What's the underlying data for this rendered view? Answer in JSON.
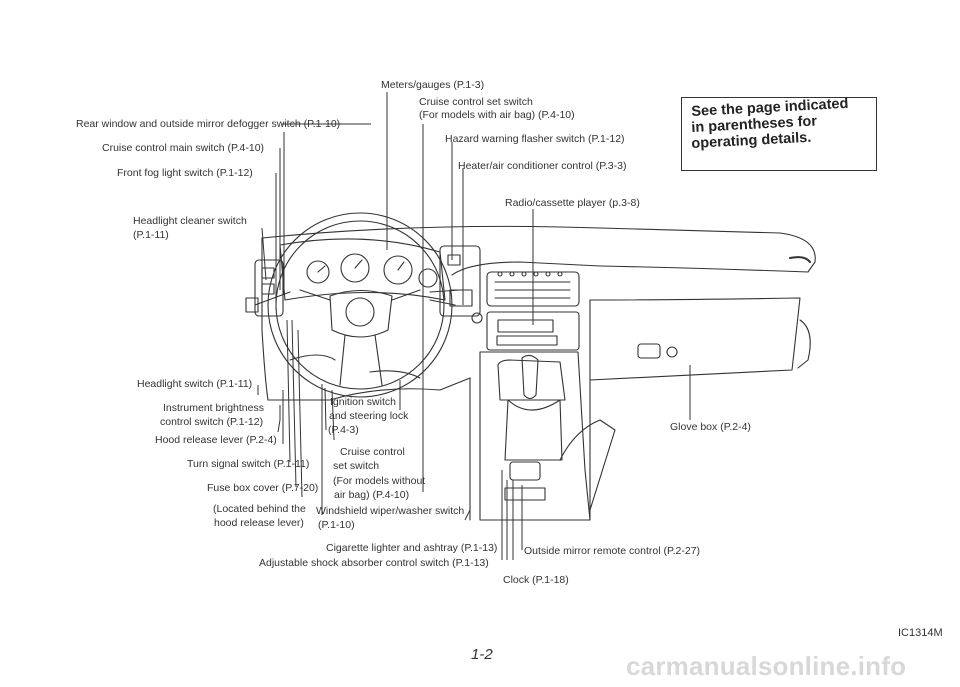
{
  "labels": {
    "meters": "Meters/gauges (P.1-3)",
    "cruise_set": "Cruise control set switch",
    "cruise_set_airbag": "(For models with air bag) (P.4-10)",
    "rear_defogger": "Rear window and outside mirror defogger switch (P.1-10)",
    "hazard": "Hazard warning flasher switch (P.1-12)",
    "cruise_main": "Cruise control main switch (P.4-10)",
    "heater": "Heater/air conditioner control (P.3-3)",
    "fog": "Front fog light switch (P.1-12)",
    "radio": "Radio/cassette player (p.3-8)",
    "hl_cleaner_1": "Headlight cleaner switch",
    "hl_cleaner_2": "(P.1-11)",
    "headlight": "Headlight switch (P.1-11)",
    "ignition_1": "Ignition switch",
    "ignition_2": "and steering lock",
    "ignition_3": "(P.4-3)",
    "instr_1": "Instrument brightness",
    "instr_2": "control switch (P.1-12)",
    "hood": "Hood release lever (P.2-4)",
    "cruise_ctrl_1": "Cruise control",
    "cruise_ctrl_2": "set switch",
    "turn": "Turn signal switch (P.1-11)",
    "noairbag_1": "(For models without",
    "noairbag_2": "air bag) (P.4-10)",
    "fuse": "Fuse box cover (P.7-20)",
    "located_1": "(Located behind the",
    "located_2": "hood release lever)",
    "wiper_1": "Windshield wiper/washer switch",
    "wiper_2": "(P.1-10)",
    "glove": "Glove box (P.2-4)",
    "cigarette": "Cigarette lighter and ashtray (P.1-13)",
    "mirror_remote": "Outside mirror remote control (P.2-27)",
    "shock": "Adjustable shock absorber control switch (P.1-13)",
    "clock": "Clock (P.1-18)"
  },
  "note": {
    "line1": "See the page indicated",
    "line2": "in parentheses for",
    "line3": "operating details."
  },
  "figure_code": "IC1314M",
  "page_number": "1-2",
  "watermark": "carmanualsonline.info"
}
